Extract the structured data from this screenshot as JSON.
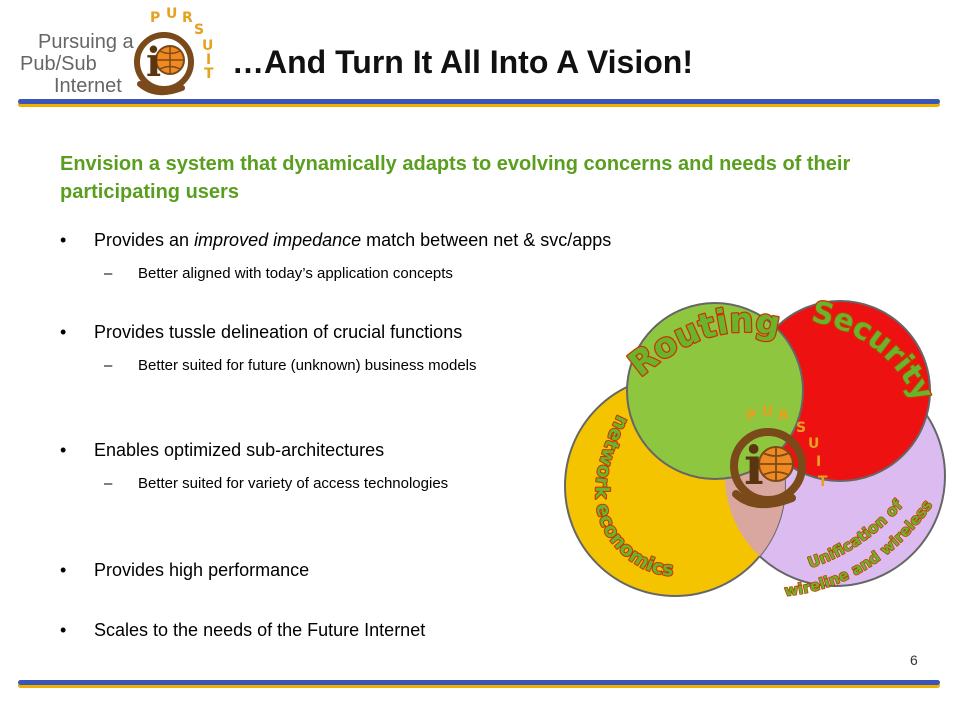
{
  "logo": {
    "line1": "Pursuing a",
    "line2": "Pub/Sub",
    "line3": "Internet",
    "arc_letters": [
      "P",
      "U",
      "R",
      "S",
      "U",
      "I",
      "T"
    ],
    "emblem_letter": "i"
  },
  "title": "…And Turn It All Into A Vision!",
  "subtitle": "Envision a system that dynamically adapts to evolving concerns and needs of their participating users",
  "bullets": [
    {
      "parts": [
        {
          "text": "Provides an ",
          "italic": false
        },
        {
          "text": "improved impedance",
          "italic": true
        },
        {
          "text": " match between net & svc/apps",
          "italic": false
        }
      ],
      "sub": [
        "Better aligned with today’s application concepts"
      ]
    },
    {
      "parts": [
        {
          "text": "Provides tussle delineation of crucial functions",
          "italic": false
        }
      ],
      "sub": [
        "Better suited for future (unknown) business models"
      ]
    },
    {
      "parts": [
        {
          "text": "Enables optimized sub-architectures",
          "italic": false
        }
      ],
      "sub": [
        "Better suited for variety of access technologies"
      ]
    },
    {
      "parts": [
        {
          "text": "Provides high performance",
          "italic": false
        }
      ],
      "sub": []
    },
    {
      "parts": [
        {
          "text": "Scales to the needs of the Future Internet",
          "italic": false
        }
      ],
      "sub": []
    }
  ],
  "diagram": {
    "routing": "Routing",
    "security": "Security",
    "economics": "network economics",
    "unification_line1": "Unification of",
    "unification_line2": "wireline and wireless",
    "arc_letters": [
      "P",
      "U",
      "R",
      "S",
      "U",
      "I",
      "T"
    ],
    "emblem_letter": "i",
    "colors": {
      "routing": "#8fc63f",
      "security": "#ee1111",
      "economics": "#f5c400",
      "unification": "#dcbcf0",
      "overlap": "#d9a6a0",
      "label_fill": "#6ab42d",
      "label_stroke": "#cc3300"
    }
  },
  "bullet_glyph": "•",
  "dash_glyph": "–",
  "page_number": "6"
}
